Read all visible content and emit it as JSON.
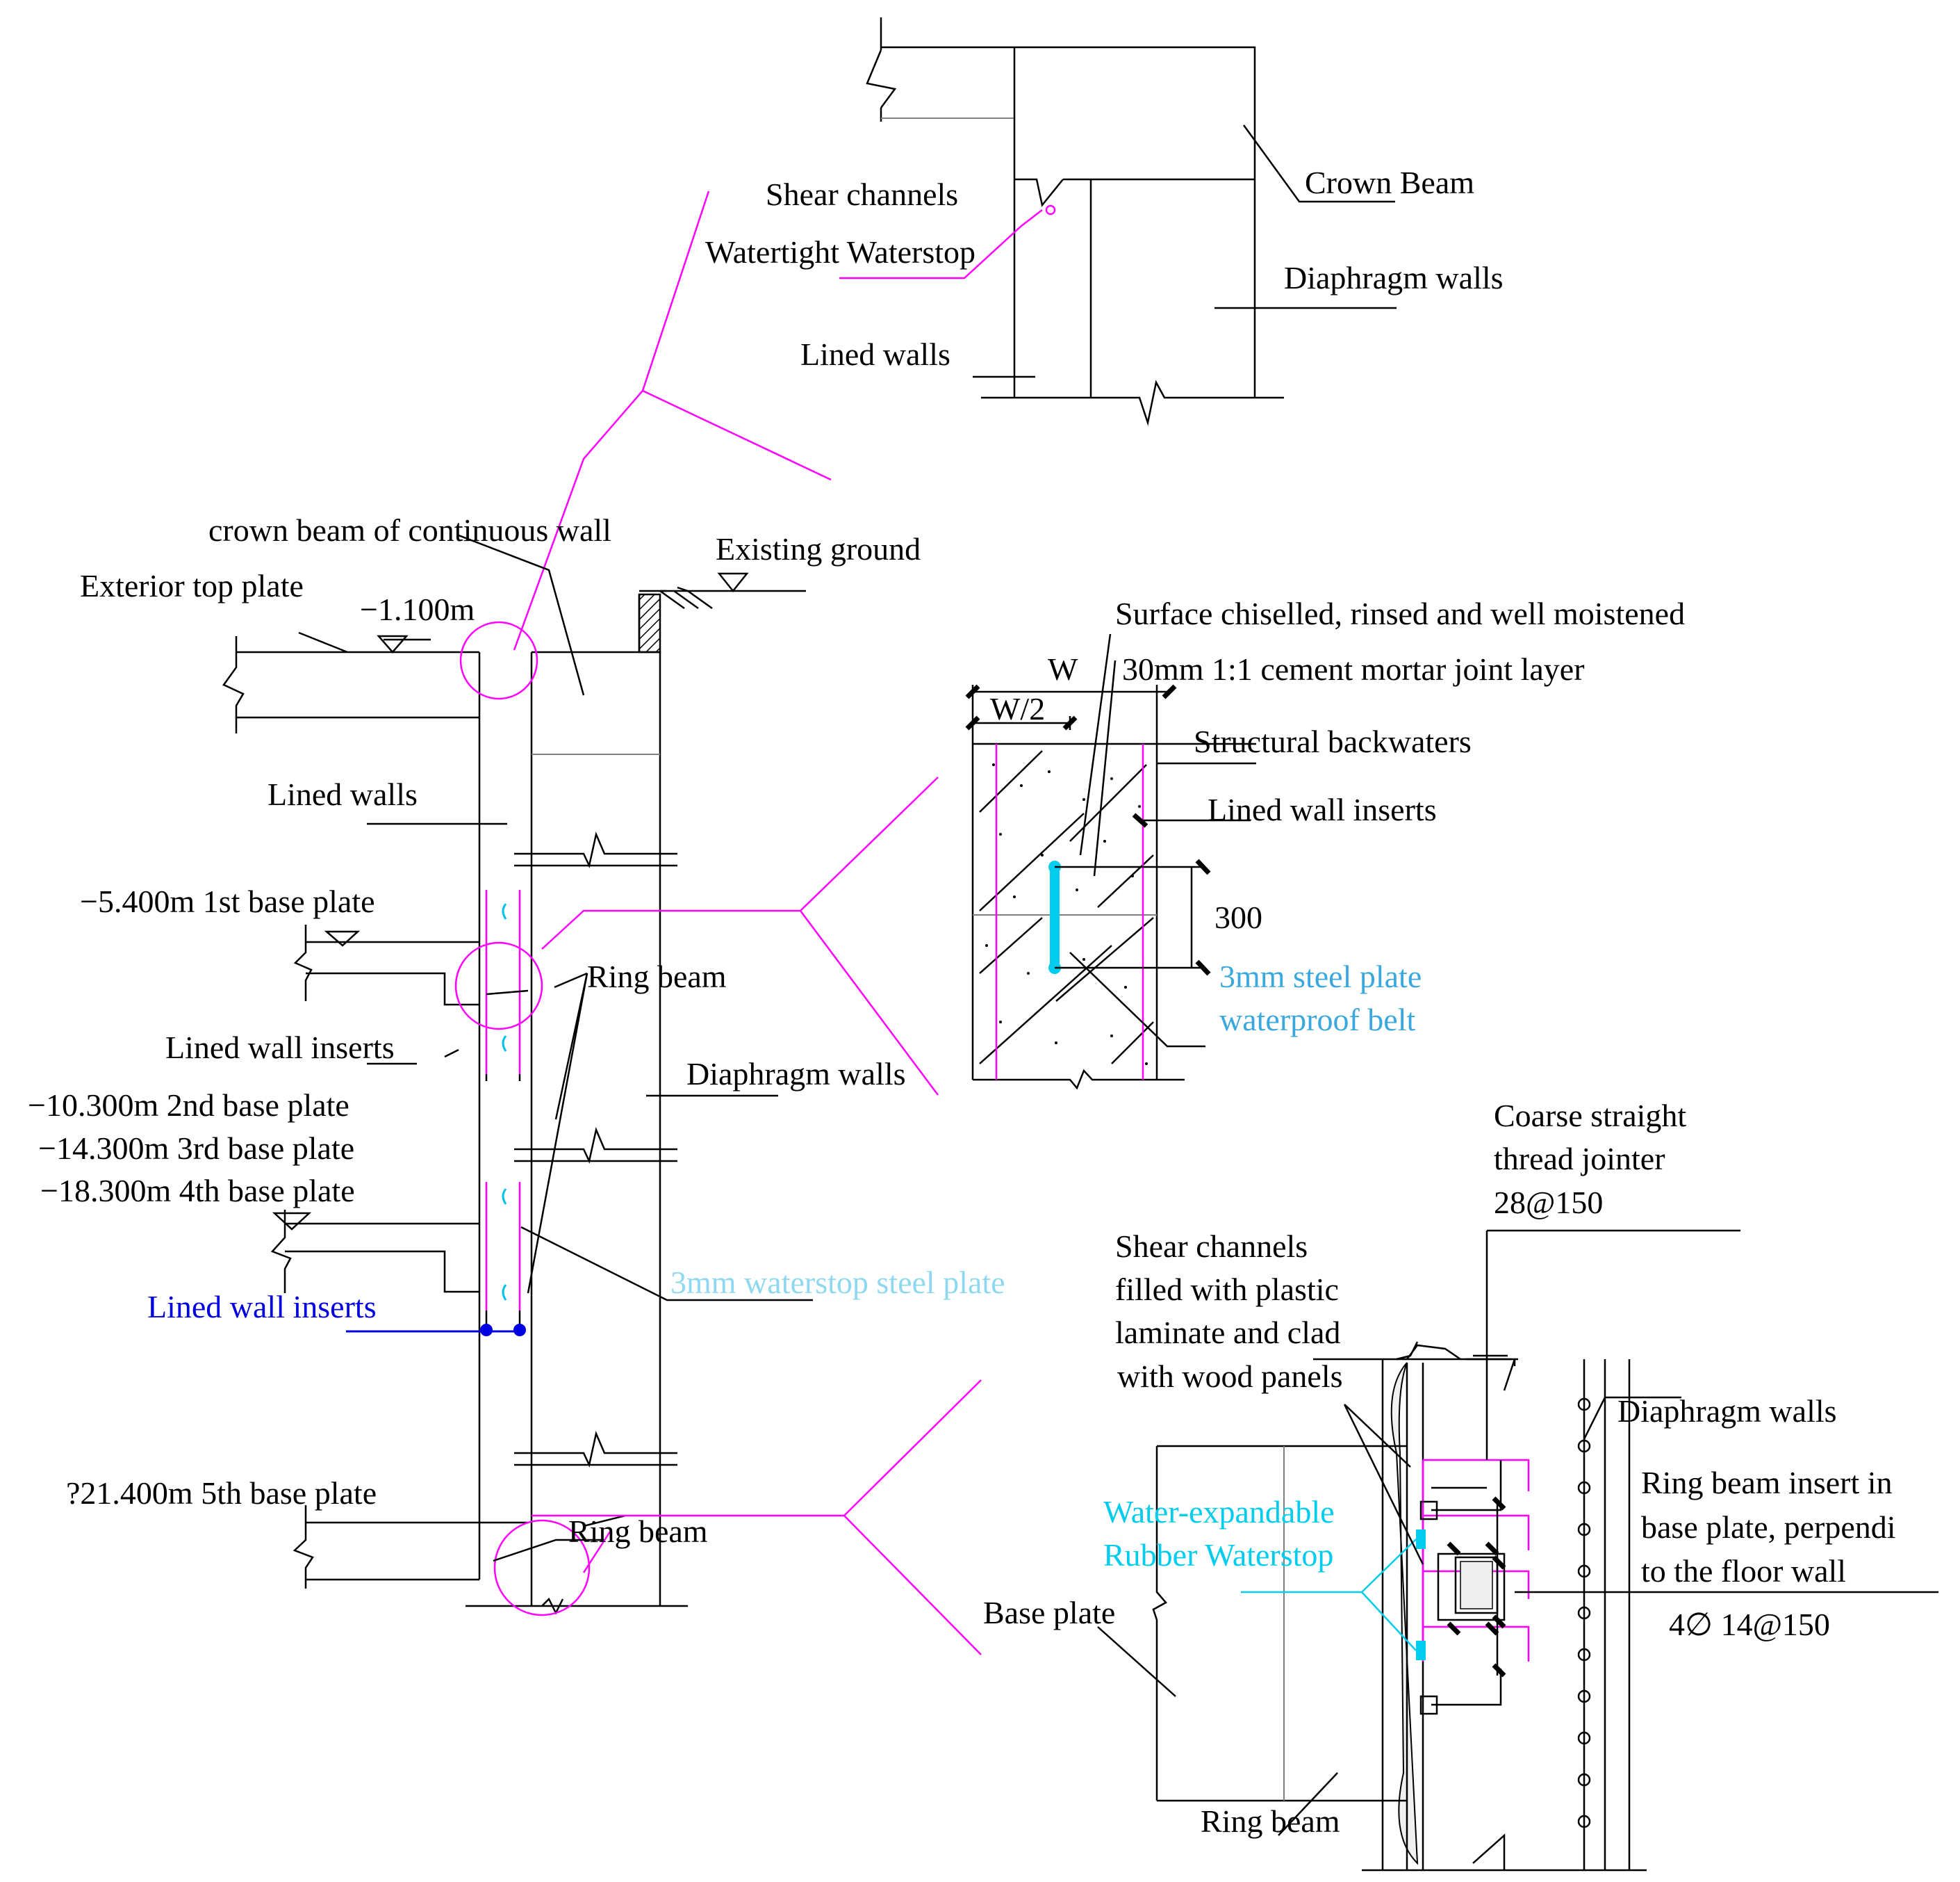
{
  "colors": {
    "line": "#000000",
    "magenta": "#ff00ff",
    "cyan": "#00ccee",
    "blue": "#0000e0",
    "light_blue": "#8ed8f0",
    "sky_blue": "#3aa8dc"
  },
  "top_detail": {
    "shear_channels": "Shear channels",
    "watertight_waterstop": "Watertight Waterstop",
    "lined_walls": "Lined walls",
    "crown_beam": "Crown Beam",
    "diaphragm_walls": "Diaphragm walls"
  },
  "main_section": {
    "crown_beam_continuous": "crown beam of continuous wall",
    "existing_ground": "Existing ground",
    "exterior_top_plate": "Exterior top plate",
    "level_top": "−1.100m",
    "lined_walls": "Lined walls",
    "base_plate_1": "−5.400m 1st base plate",
    "ring_beam_1": "Ring beam",
    "lined_wall_inserts": "Lined wall inserts",
    "diaphragm_walls": "Diaphragm walls",
    "base_plate_2": "−10.300m 2nd base plate",
    "base_plate_3": "−14.300m 3rd base plate",
    "base_plate_4": "−18.300m 4th base plate",
    "waterstop_steel_plate": "3mm waterstop steel plate",
    "lined_wall_inserts_blue": "Lined wall inserts",
    "base_plate_5": "?21.400m 5th base plate",
    "ring_beam_2": "Ring beam"
  },
  "middle_detail": {
    "surface_chiselled": "Surface chiselled, rinsed and well moistened",
    "mortar_joint": "30mm 1:1 cement mortar joint layer",
    "dim_w": "W",
    "dim_w2": "W/2",
    "structural_backwaters": "Structural backwaters",
    "lined_wall_inserts": "Lined wall inserts",
    "dim_300": "300",
    "steel_plate_line1": "3mm steel plate",
    "steel_plate_line2": "waterproof belt"
  },
  "bottom_detail": {
    "coarse_thread_1": "Coarse straight",
    "coarse_thread_2": "thread jointer",
    "coarse_thread_3": "28@150",
    "shear_filled_1": "Shear channels",
    "shear_filled_2": "filled with plastic",
    "shear_filled_3": "laminate and clad",
    "shear_filled_4": "with wood panels",
    "diaphragm_walls": "Diaphragm walls",
    "ring_insert_1": "Ring beam insert in",
    "ring_insert_2": "base plate, perpendi",
    "ring_insert_3": "to the floor wall",
    "rubber_waterstop_1": "Water-expandable",
    "rubber_waterstop_2": "Rubber Waterstop",
    "rebar_spec": "4∅ 14@150",
    "base_plate": "Base plate",
    "ring_beam": "Ring beam"
  }
}
